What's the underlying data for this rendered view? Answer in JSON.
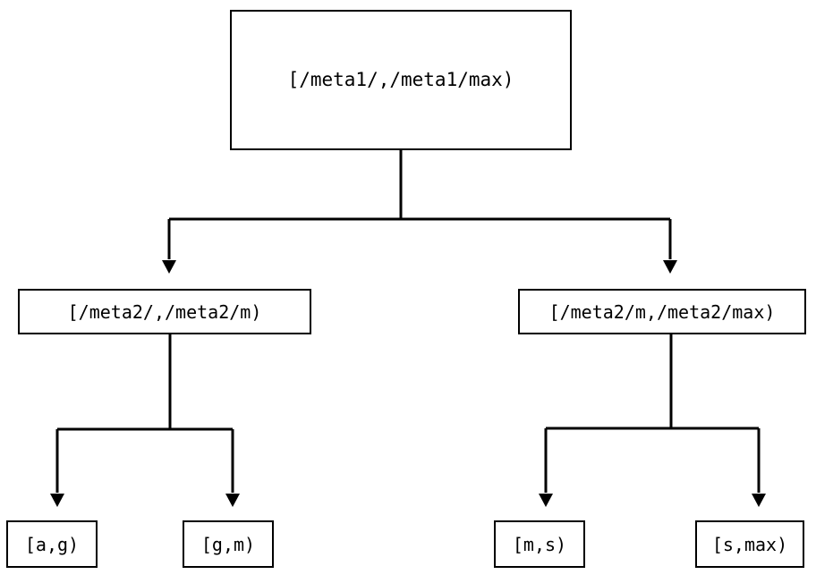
{
  "diagram": {
    "type": "tree",
    "title": "",
    "orientation": "top-down",
    "colors": {
      "background": "#ffffff",
      "stroke": "#000000",
      "node_fill": "#ffffff",
      "text": "#000000"
    },
    "nodes": {
      "root": {
        "id": "root",
        "label": "[/meta1/,/meta1/max)",
        "level": 0
      },
      "level2": [
        {
          "id": "l2a",
          "label": "[/meta2/,/meta2/m)",
          "level": 1
        },
        {
          "id": "l2b",
          "label": "[/meta2/m,/meta2/max)",
          "level": 1
        }
      ],
      "leaves": [
        {
          "id": "leaf-a",
          "label": "[a,g)",
          "level": 2
        },
        {
          "id": "leaf-b",
          "label": "[g,m)",
          "level": 2
        },
        {
          "id": "leaf-c",
          "label": "[m,s)",
          "level": 2
        },
        {
          "id": "leaf-d",
          "label": "[s,max)",
          "level": 2
        }
      ]
    },
    "edges": [
      {
        "from": "root",
        "to": "l2a",
        "arrow": true
      },
      {
        "from": "root",
        "to": "l2b",
        "arrow": true
      },
      {
        "from": "l2a",
        "to": "leaf-a",
        "arrow": true
      },
      {
        "from": "l2a",
        "to": "leaf-b",
        "arrow": true
      },
      {
        "from": "l2b",
        "to": "leaf-c",
        "arrow": true
      },
      {
        "from": "l2b",
        "to": "leaf-d",
        "arrow": true
      }
    ]
  }
}
